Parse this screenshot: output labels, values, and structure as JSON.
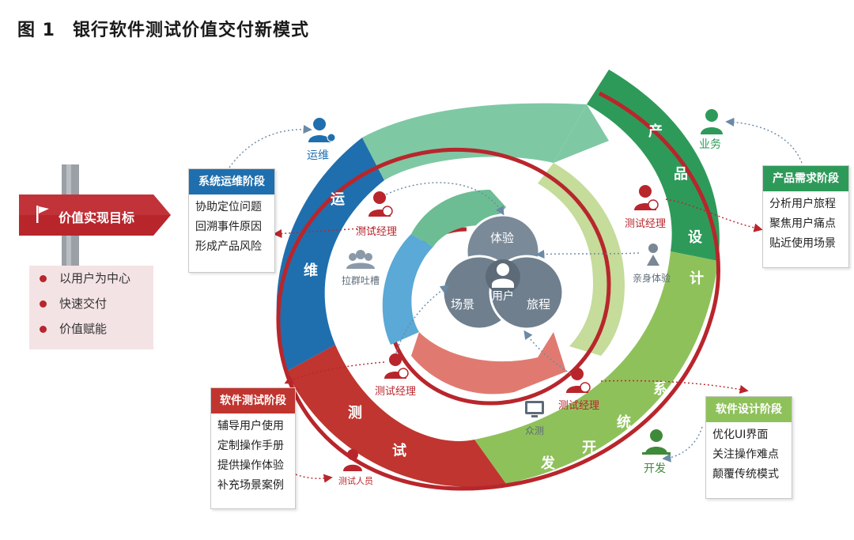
{
  "title": {
    "fig": "图 1",
    "text": "银行软件测试价值交付新模式"
  },
  "goal": {
    "sign": "价值实现目标",
    "items": [
      "以用户为中心",
      "快速交付",
      "价值赋能"
    ]
  },
  "stages": {
    "ops": {
      "title": "系统运维阶段",
      "items": [
        "协助定位问题",
        "回溯事件原因",
        "形成产品风险"
      ]
    },
    "product": {
      "title": "产品需求阶段",
      "items": [
        "分析用户旅程",
        "聚焦用户痛点",
        "贴近使用场景"
      ]
    },
    "test": {
      "title": "软件测试阶段",
      "items": [
        "辅导用户使用",
        "定制操作手册",
        "提供操作体验",
        "补充场景案例"
      ]
    },
    "design": {
      "title": "软件设计阶段",
      "items": [
        "优化UI界面",
        "关注操作难点",
        "颠覆传统模式"
      ]
    }
  },
  "ring": {
    "ops": [
      "运",
      "维"
    ],
    "product": [
      "产",
      "品",
      "设",
      "计"
    ],
    "dev": [
      "系",
      "统",
      "开",
      "发"
    ],
    "test": [
      "测",
      "试"
    ]
  },
  "roles": {
    "ops": "运维",
    "business": "业务",
    "dev": "开发",
    "tester": "测试人员",
    "manager": "测试经理"
  },
  "activities": {
    "group_chat": "拉群吐槽",
    "experience": "亲身体验",
    "crowd_test": "众测"
  },
  "center": {
    "top": "体验",
    "left": "场景",
    "right": "旅程",
    "middle": "用户"
  },
  "colors": {
    "red": "#b8262c",
    "blue": "#1f6fae",
    "green_dark": "#2e9a5a",
    "green_light": "#8fc15b",
    "mint": "#7fc8a4",
    "sky": "#5aa9d6",
    "salmon": "#e07a70",
    "slate": "#6f7f8e"
  }
}
